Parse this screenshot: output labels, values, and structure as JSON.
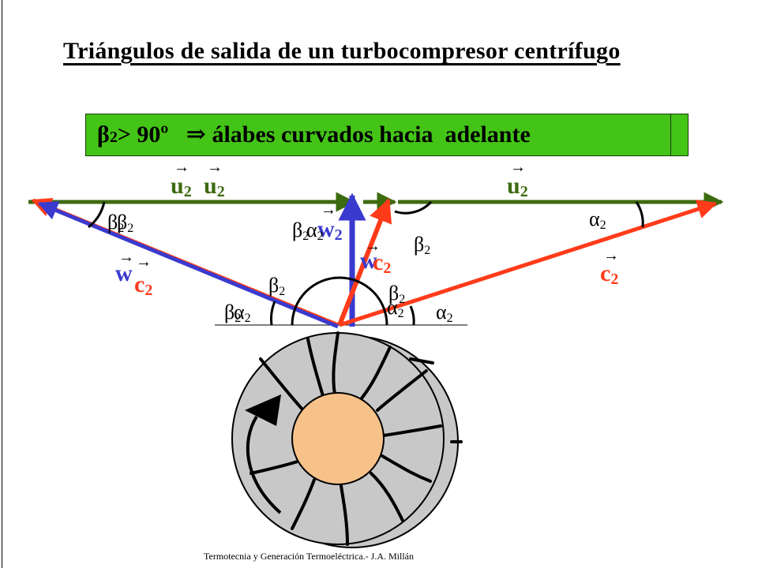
{
  "title": "Triángulos de salida de un turbocompresor centrífugo",
  "banner": {
    "beta": "β",
    "sub": "2",
    "rest": "> 90º   ⇒ álabes curvados hacia  adelante"
  },
  "symbols": {
    "u": "u",
    "w": "w",
    "c": "c",
    "beta": "β",
    "alpha": "α",
    "sub2": "2",
    "arrow": "→"
  },
  "colors": {
    "u_vector": "#3d6b0f",
    "w_vector": "#3a3acf",
    "c_vector": "#ff3b1a",
    "banner": "#44c417",
    "hub": "#f7c28a",
    "impeller": "#c8c8c8"
  },
  "footer": "Termotecnia y Generación Termoeléctrica.- J.A. Millán"
}
